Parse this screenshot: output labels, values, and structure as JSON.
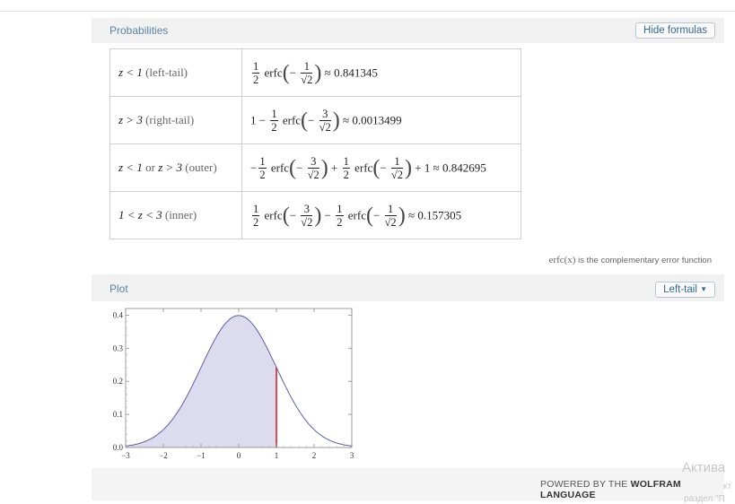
{
  "probabilities": {
    "title": "Probabilities",
    "hide_button": "Hide formulas",
    "rows": [
      {
        "label": "z < 1",
        "label_note": "(left-tail)",
        "result": "0.841345"
      },
      {
        "label": "z > 3",
        "label_note": "(right-tail)",
        "result": "0.0013499"
      },
      {
        "label_a": "z < 1",
        "label_or": "or",
        "label_b": "z > 3",
        "label_note": "(outer)",
        "result": "0.842695"
      },
      {
        "label": "1 < z < 3",
        "label_note": "(inner)",
        "result": "0.157305"
      }
    ],
    "formula_tokens": {
      "half_num": "1",
      "half_den": "2",
      "erfc": "erfc",
      "one": "1",
      "three": "3",
      "sqrt2": "√2",
      "minus": "−",
      "plus": "+",
      "approx": "≈",
      "one_minus": "1 −",
      "plus_one": "+ 1"
    },
    "note_fn": "erfc(x)",
    "note_text": "is the complementary error function"
  },
  "plot": {
    "title": "Plot",
    "dropdown_value": "Left-tail",
    "dropdown_icon": "caret-down-icon"
  },
  "chart_data": {
    "type": "area",
    "title": "",
    "xlabel": "",
    "ylabel": "",
    "x_ticks": [
      "−3",
      "−2",
      "−1",
      "0",
      "1",
      "2",
      "3"
    ],
    "y_ticks": [
      "0.0",
      "0.1",
      "0.2",
      "0.3",
      "0.4"
    ],
    "xlim": [
      -3,
      3
    ],
    "ylim": [
      0,
      0.42
    ],
    "curve": "standard normal density",
    "x": [
      -3,
      -2.5,
      -2,
      -1.5,
      -1,
      -0.5,
      0,
      0.5,
      1,
      1.5,
      2,
      2.5,
      3
    ],
    "y": [
      0.0044,
      0.0175,
      0.054,
      0.1295,
      0.242,
      0.3521,
      0.3989,
      0.3521,
      0.242,
      0.1295,
      0.054,
      0.0175,
      0.0044
    ],
    "shaded_region": [
      -3,
      1
    ],
    "marker_x": 1,
    "colors": {
      "curve": "#5b5fa6",
      "fill": "#dcdcee",
      "marker": "#d0262b"
    },
    "grid": false,
    "legend": "none"
  },
  "footer": {
    "powered_prefix": "POWERED BY THE",
    "powered_brand": "WOLFRAM LANGUAGE"
  },
  "watermark": {
    "line1": "Актива",
    "line2_fragment": "кт",
    "line3": "раздел \"П"
  }
}
